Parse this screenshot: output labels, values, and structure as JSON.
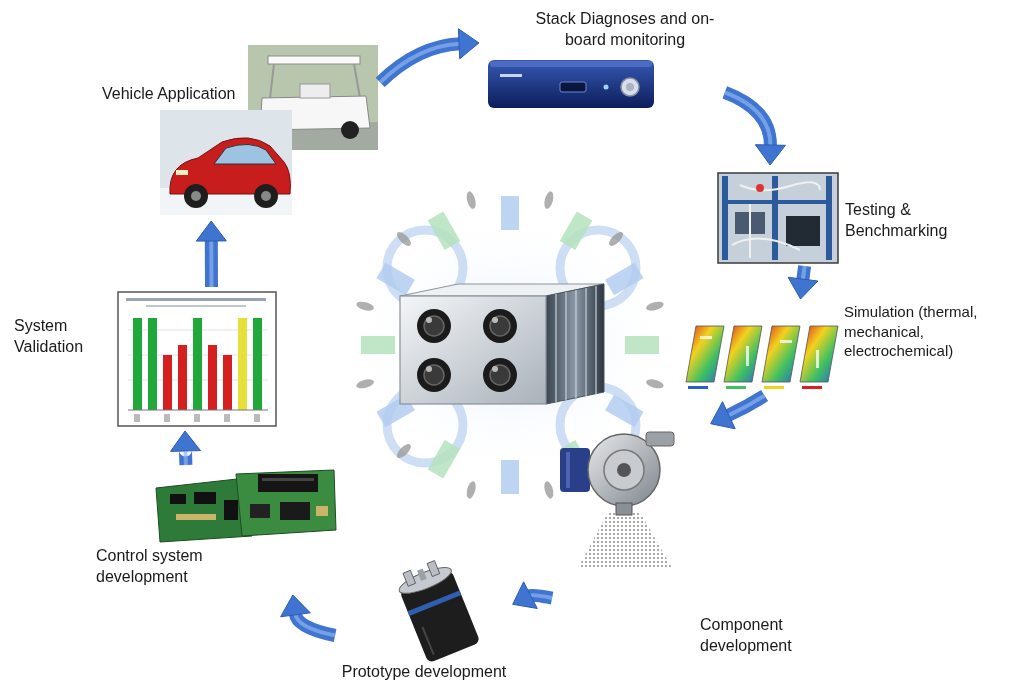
{
  "diagram": {
    "nodes": [
      {
        "text": [
          "Stack Diagnoses and on-board monitoring"
        ]
      },
      {
        "text": [
          "Testing & Benchmarking"
        ]
      },
      {
        "text": [
          "Simulation (thermal, mechanical, electrochemical)"
        ]
      },
      {
        "text": [
          "Component development"
        ]
      },
      {
        "text": [
          "Prototype development"
        ]
      },
      {
        "text": [
          "Control system development"
        ]
      },
      {
        "text": [
          "System Validation"
        ]
      },
      {
        "text": [
          "Vehicle Application"
        ]
      }
    ],
    "edges": [
      {
        "from": 0,
        "to": 1,
        "arrow": "to"
      },
      {
        "from": 1,
        "to": 2,
        "arrow": "to"
      },
      {
        "from": 2,
        "to": 3,
        "arrow": "to"
      },
      {
        "from": 3,
        "to": 4,
        "arrow": "to"
      },
      {
        "from": 4,
        "to": 5,
        "arrow": "to"
      },
      {
        "from": 5,
        "to": 6,
        "arrow": "to"
      },
      {
        "from": 6,
        "to": 7,
        "arrow": "to"
      },
      {
        "from": 7,
        "to": 0,
        "arrow": "to"
      }
    ]
  }
}
